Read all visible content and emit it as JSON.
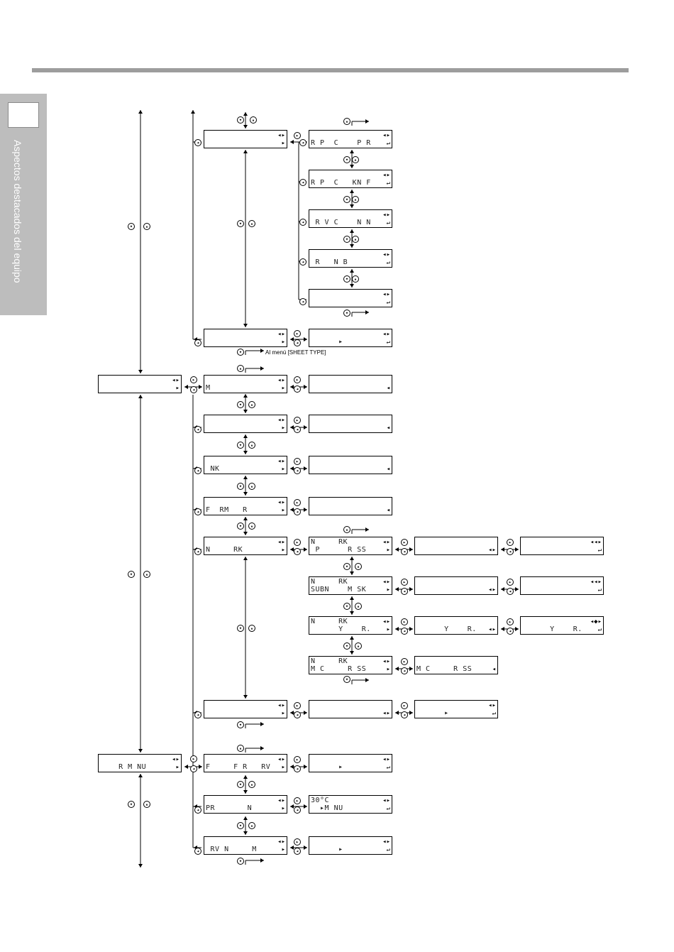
{
  "side_tab": {
    "label": "Aspectos destacados del equipo"
  },
  "note_sheet_type": "Al menú [SHEET TYPE]",
  "displays": {
    "a1": [
      "",
      ""
    ],
    "b1": [
      "",
      "R P  C    P R"
    ],
    "b2": [
      "",
      "R P  C   KN F"
    ],
    "b3": [
      "",
      " R V C    N N"
    ],
    "b4": [
      "",
      " R   N B"
    ],
    "b5": [
      "",
      ""
    ],
    "a2": [
      "",
      ""
    ],
    "b6": [
      "",
      "      ▸"
    ],
    "m1": [
      "",
      ""
    ],
    "a3": [
      "",
      "M"
    ],
    "b7": [
      "",
      ""
    ],
    "a4": [
      "",
      ""
    ],
    "b8": [
      "",
      ""
    ],
    "a5": [
      "",
      " NK"
    ],
    "b9": [
      "",
      ""
    ],
    "a6": [
      "",
      "F  RM   R"
    ],
    "b10": [
      "",
      ""
    ],
    "a7": [
      "",
      "N     RK"
    ],
    "c1": [
      "N     RK",
      " P      R SS"
    ],
    "d1": [
      "",
      ""
    ],
    "e1": [
      "",
      ""
    ],
    "c2": [
      "N     RK",
      "SUBN    M SK"
    ],
    "d2": [
      "",
      ""
    ],
    "e2": [
      "",
      ""
    ],
    "c3": [
      "N     RK",
      "      Y    R."
    ],
    "d3": [
      "",
      "      Y    R."
    ],
    "e3": [
      "",
      "      Y    R."
    ],
    "c4": [
      "N     RK",
      "M C     R SS"
    ],
    "d4": [
      "",
      "M C     R SS"
    ],
    "a8": [
      "",
      ""
    ],
    "b11": [
      "",
      ""
    ],
    "d5": [
      "",
      "      ▸"
    ],
    "m2": [
      "",
      "    R M NU"
    ],
    "a9": [
      "",
      "F     F R   RV"
    ],
    "b12": [
      "",
      "      ▸"
    ],
    "a10": [
      "",
      "PR       N"
    ],
    "b13": [
      "30°C",
      "  ▸M NU"
    ],
    "a11": [
      "",
      " RV N     M"
    ],
    "b14": [
      "",
      "      ▸"
    ]
  },
  "indicators": {
    "ud_right": [
      "◂▸",
      "▸"
    ],
    "ud_enter": [
      "◂▸",
      "↵"
    ],
    "left": [
      "",
      "◂"
    ],
    "left_right": [
      "",
      "◂▸"
    ],
    "four_way": [
      "◂◂▸",
      "↵"
    ],
    "four_way_r": [
      "◂◆▸",
      "↵"
    ]
  },
  "button_icons": {
    "down": "down-key-icon",
    "up": "up-key-icon",
    "left": "left-key-icon",
    "right": "right-key-icon"
  },
  "colors": {
    "rule_bar": "#9d9d9d",
    "side_tab": "#bdbdbd",
    "ink": "#000000"
  }
}
